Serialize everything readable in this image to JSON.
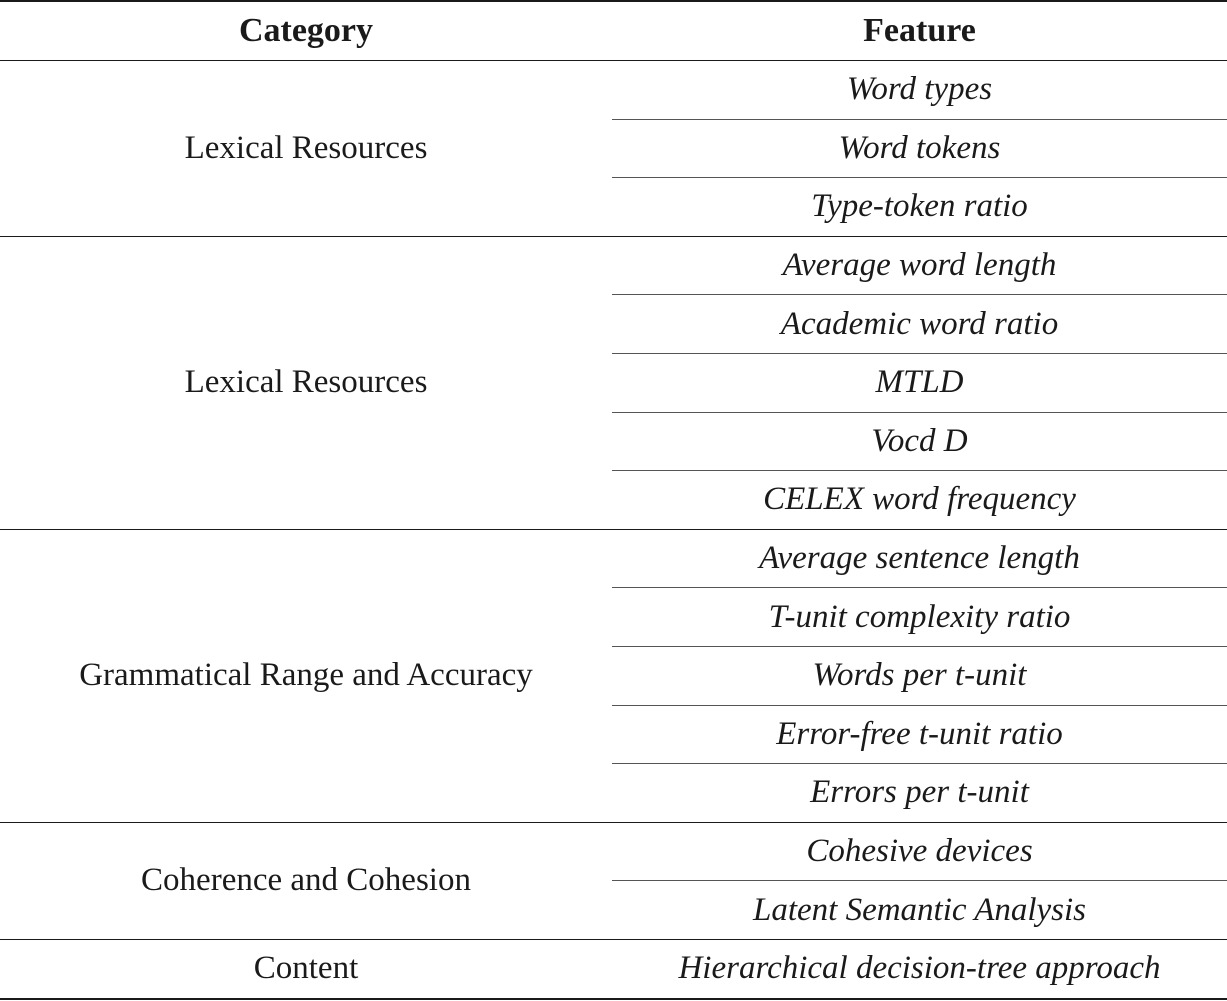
{
  "table": {
    "headers": {
      "category": "Category",
      "feature": "Feature"
    },
    "groups": [
      {
        "category": "Lexical Resources",
        "features": [
          "Word types",
          "Word tokens",
          "Type-token ratio"
        ]
      },
      {
        "category": "Lexical Resources",
        "features": [
          "Average word length",
          "Academic word ratio",
          "MTLD",
          "Vocd D",
          "CELEX word frequency"
        ]
      },
      {
        "category": "Grammatical Range and Accuracy",
        "features": [
          "Average sentence length",
          "T-unit complexity ratio",
          "Words per t-unit",
          "Error-free t-unit ratio",
          "Errors per t-unit"
        ]
      },
      {
        "category": "Coherence and Cohesion",
        "features": [
          "Cohesive devices",
          "Latent Semantic Analysis"
        ]
      },
      {
        "category": "Content",
        "features": [
          "Hierarchical decision-tree approach"
        ]
      }
    ]
  }
}
